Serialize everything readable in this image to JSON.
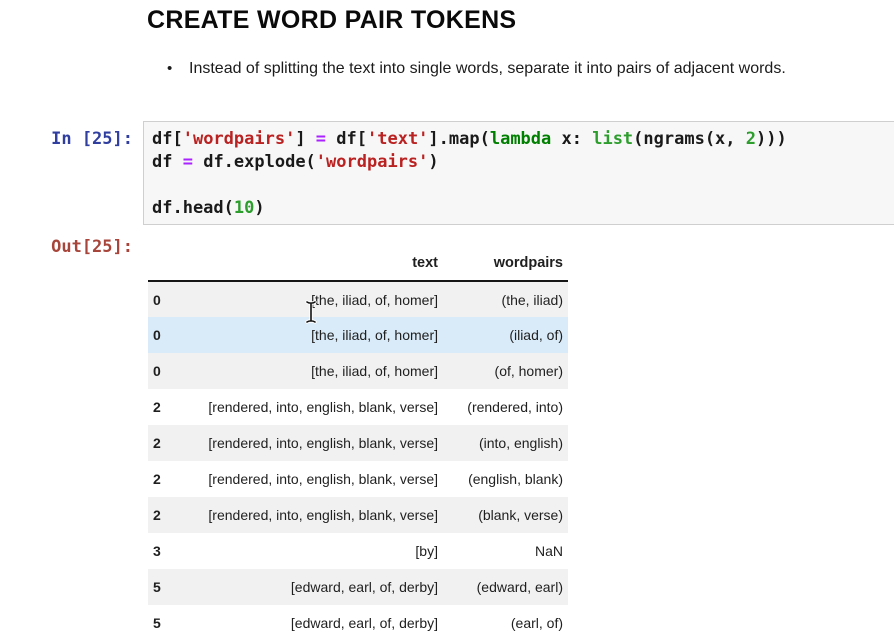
{
  "heading": {
    "title": "CREATE WORD PAIR TOKENS"
  },
  "notes": {
    "bullet_glyph": "•",
    "bullet": "Instead of splitting the text into single words, separate it into pairs of adjacent words."
  },
  "input_cell": {
    "prompt": "In [25]:",
    "code_lines": [
      [
        {
          "t": "df[",
          "c": "plain"
        },
        {
          "t": "'wordpairs'",
          "c": "string"
        },
        {
          "t": "] ",
          "c": "plain"
        },
        {
          "t": "=",
          "c": "op"
        },
        {
          "t": " df[",
          "c": "plain"
        },
        {
          "t": "'text'",
          "c": "string"
        },
        {
          "t": "].map(",
          "c": "plain"
        },
        {
          "t": "lambda",
          "c": "kw"
        },
        {
          "t": " x: ",
          "c": "plain"
        },
        {
          "t": "list",
          "c": "builtin"
        },
        {
          "t": "(ngrams(x, ",
          "c": "plain"
        },
        {
          "t": "2",
          "c": "num"
        },
        {
          "t": ")))",
          "c": "plain"
        }
      ],
      [
        {
          "t": "df ",
          "c": "plain"
        },
        {
          "t": "=",
          "c": "op"
        },
        {
          "t": " df.explode(",
          "c": "plain"
        },
        {
          "t": "'wordpairs'",
          "c": "string"
        },
        {
          "t": ")",
          "c": "plain"
        }
      ],
      [],
      [
        {
          "t": "df.head(",
          "c": "plain"
        },
        {
          "t": "10",
          "c": "num"
        },
        {
          "t": ")",
          "c": "plain"
        }
      ]
    ]
  },
  "output_cell": {
    "prompt": "Out[25]:"
  },
  "dataframe": {
    "columns": {
      "index": "",
      "text": "text",
      "wordpairs": "wordpairs"
    },
    "highlighted_row": 1,
    "rows": [
      {
        "index": "0",
        "text": "[the, iliad, of, homer]",
        "wordpairs": "(the, iliad)"
      },
      {
        "index": "0",
        "text": "[the, iliad, of, homer]",
        "wordpairs": "(iliad, of)"
      },
      {
        "index": "0",
        "text": "[the, iliad, of, homer]",
        "wordpairs": "(of, homer)"
      },
      {
        "index": "2",
        "text": "[rendered, into, english, blank, verse]",
        "wordpairs": "(rendered, into)"
      },
      {
        "index": "2",
        "text": "[rendered, into, english, blank, verse]",
        "wordpairs": "(into, english)"
      },
      {
        "index": "2",
        "text": "[rendered, into, english, blank, verse]",
        "wordpairs": "(english, blank)"
      },
      {
        "index": "2",
        "text": "[rendered, into, english, blank, verse]",
        "wordpairs": "(blank, verse)"
      },
      {
        "index": "3",
        "text": "[by]",
        "wordpairs": "NaN"
      },
      {
        "index": "5",
        "text": "[edward, earl, of, derby]",
        "wordpairs": "(edward, earl)"
      },
      {
        "index": "5",
        "text": "[edward, earl, of, derby]",
        "wordpairs": "(earl, of)"
      }
    ]
  },
  "cursor": {
    "type": "text-ibeam"
  },
  "colors": {
    "in_prompt": "#303f9f",
    "out_prompt": "#a8453a",
    "code_string": "#ba2121",
    "code_operator": "#aa22ff",
    "code_keyword": "#008000",
    "code_number": "#2d9e2d",
    "cell_background": "#f7f7f7",
    "cell_border": "#cfcfcf",
    "row_stripe": "#f1f1f2",
    "row_highlight": "#d9eaf8"
  }
}
